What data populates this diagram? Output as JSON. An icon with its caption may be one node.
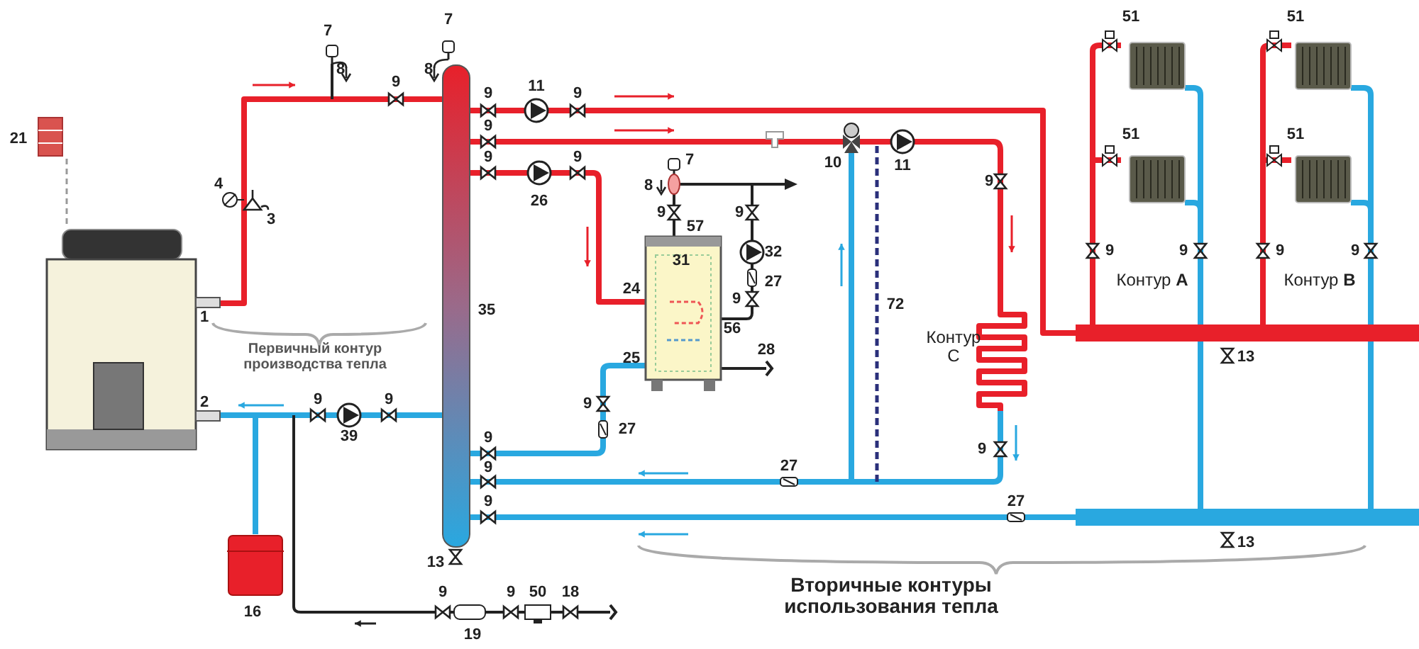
{
  "diagram": {
    "labels": [
      "7",
      "7",
      "51",
      "51",
      "8",
      "9",
      "8",
      "9",
      "11",
      "9",
      "21",
      "9",
      "51",
      "51",
      "9",
      "9",
      "7",
      "10",
      "11",
      "4",
      "3",
      "26",
      "8",
      "9",
      "9",
      "57",
      "9",
      "31",
      "32",
      "9",
      "9",
      "9",
      "9",
      "1",
      "35",
      "24",
      "9",
      "27",
      "72",
      "Контур **А**",
      "Контур **В**",
      "Первичный контур производства тепла",
      "25",
      "56",
      "28",
      "Контур С",
      "13",
      "2",
      "9",
      "9",
      "9",
      "39",
      "9",
      "27",
      "9",
      "9",
      "27",
      "9",
      "27",
      "13",
      "13",
      "16",
      "9",
      "9",
      "50",
      "18",
      "Вторичные контуры использования тепла",
      "19"
    ]
  }
}
